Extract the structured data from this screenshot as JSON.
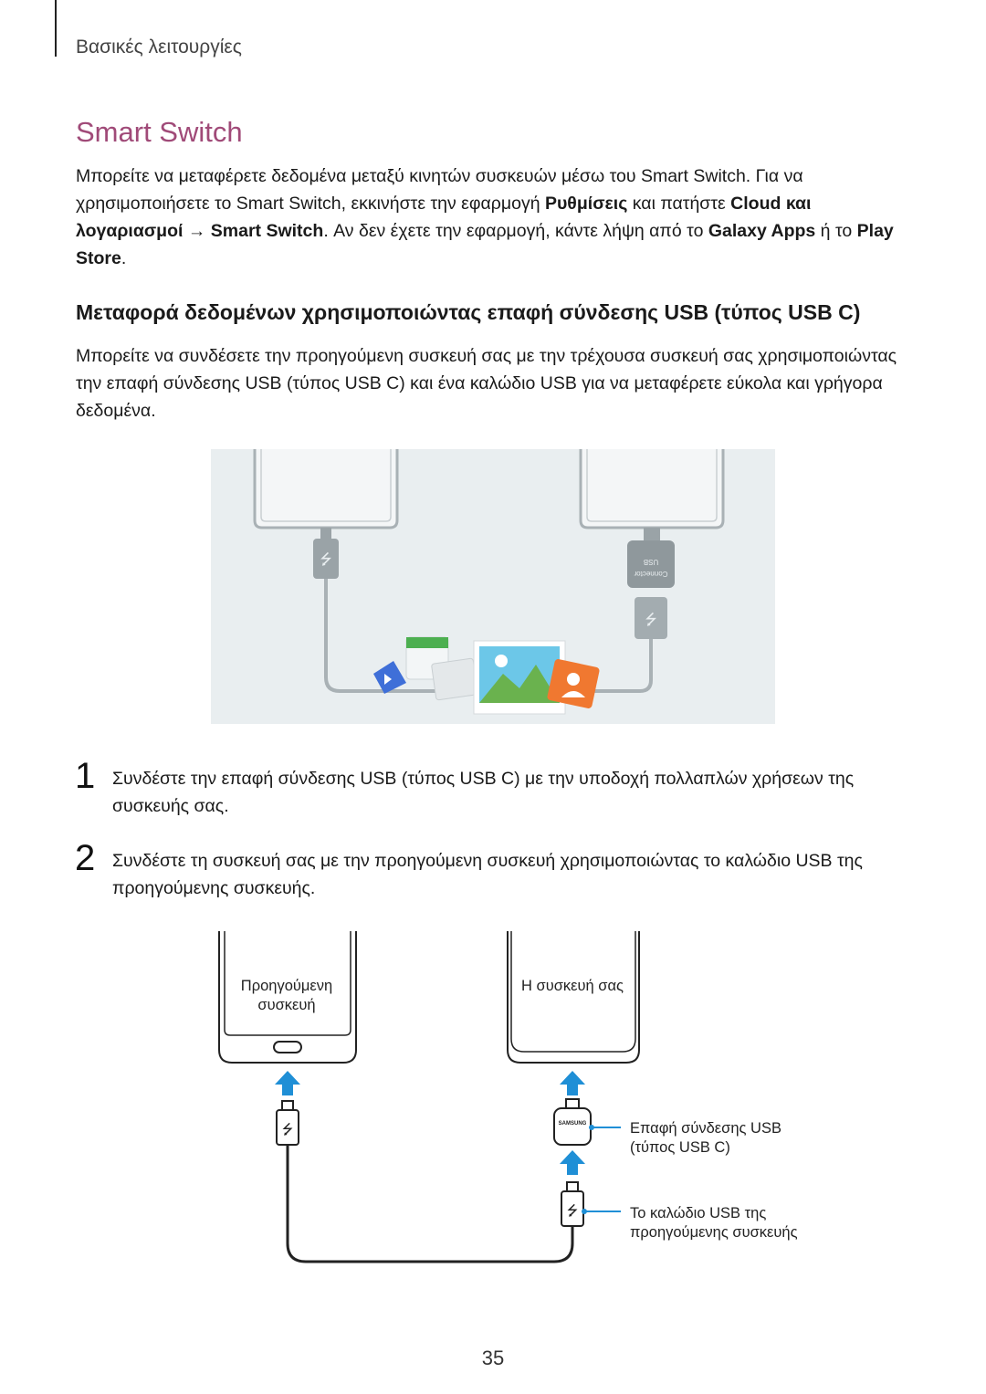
{
  "header": {
    "section": "Βασικές λειτουργίες"
  },
  "title": "Smart Switch",
  "intro": {
    "line1": "Μπορείτε να μεταφέρετε δεδομένα μεταξύ κινητών συσκευών μέσω του Smart Switch. Για να",
    "line2_a": "χρησιμοποιήσετε το Smart Switch, εκκινήστε την εφαρμογή ",
    "line2_b": "Ρυθμίσεις",
    "line2_c": " και πατήστε ",
    "line2_d": "Cloud και",
    "line3_a": "λογαριασμοί",
    "line3_b": " → ",
    "line3_c": "Smart Switch",
    "line3_d": ". Αν δεν έχετε την εφαρμογή, κάντε λήψη από το ",
    "line3_e": "Galaxy Apps",
    "line3_f": " ή το ",
    "line3_g": "Play",
    "line4_a": "Store",
    "line4_b": "."
  },
  "subheading": "Μεταφορά δεδομένων χρησιμοποιώντας επαφή σύνδεσης USB (τύπος USB C)",
  "description": {
    "line1": "Μπορείτε να συνδέσετε την προηγούμενη συσκευή σας με την τρέχουσα συσκευή σας χρησιμοποιώντας",
    "line2": "την επαφή σύνδεσης USB (τύπος USB C) και ένα καλώδιο USB για να μεταφέρετε εύκολα και γρήγορα",
    "line3": "δεδομένα."
  },
  "illustration": {
    "connector_text_1": "USB",
    "connector_text_2": "Connector"
  },
  "steps": [
    {
      "number": "1",
      "line1": "Συνδέστε την επαφή σύνδεσης USB (τύπος USB C) με την υποδοχή πολλαπλών χρήσεων της",
      "line2": "συσκευής σας."
    },
    {
      "number": "2",
      "line1": "Συνδέστε τη συσκευή σας με την προηγούμενη συσκευή χρησιμοποιώντας το καλώδιο USB της",
      "line2": "προηγούμενης συσκευής."
    }
  ],
  "diagram": {
    "previous_device_line1": "Προηγούμενη",
    "previous_device_line2": "συσκευή",
    "your_device": "Η συσκευή σας",
    "connector_brand": "SAMSUNG",
    "connector_label_line1": "Επαφή σύνδεσης USB",
    "connector_label_line2": "(τύπος USB C)",
    "cable_label_line1": "Το καλώδιο USB της",
    "cable_label_line2": "προηγούμενης συσκευής"
  },
  "colors": {
    "title": "#a04a78",
    "arrow": "#1f8fd6",
    "illustration_bg": "#e9eef0"
  },
  "page_number": "35"
}
